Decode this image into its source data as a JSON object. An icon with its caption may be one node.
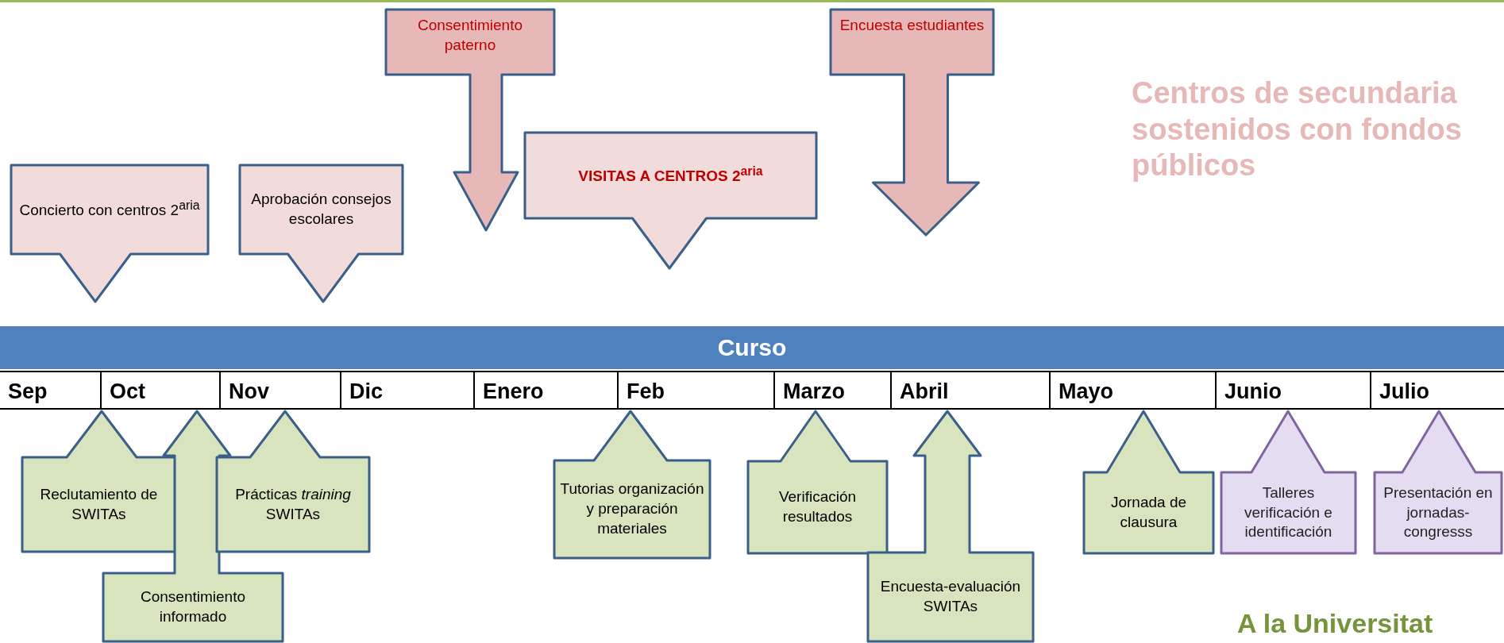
{
  "diagram": {
    "nodes": [
      {
        "text": [
          "Concierto con centros 2$^{aria}$"
        ]
      },
      {
        "text": [
          "Aprobación consejos escolares"
        ]
      },
      {
        "text": [
          "Consentimiento paterno"
        ]
      },
      {
        "text": [
          "VISITAS A CENTROS 2$^{aria}$"
        ]
      },
      {
        "text": [
          "Encuesta estudiantes"
        ]
      },
      {
        "text": [
          "Reclutamiento de SWITAs"
        ]
      },
      {
        "text": [
          "Consentimiento informado"
        ]
      },
      {
        "text": [
          "Prácticas *training* SWITAs"
        ]
      },
      {
        "text": [
          "Tutorias organización y preparación materiales"
        ]
      },
      {
        "text": [
          "Verificación resultados"
        ]
      },
      {
        "text": [
          "Encuesta-evaluación SWITAs"
        ]
      },
      {
        "text": [
          "Jornada de clausura"
        ]
      },
      {
        "text": [
          "Talleres verificación e identificación"
        ]
      },
      {
        "text": [
          "Presentación en jornadas-congresss"
        ]
      }
    ],
    "labels": [
      "Centros de secundaria sostenidos con fondos públicos",
      "Curso",
      "Sep",
      "Oct",
      "Nov",
      "Dic",
      "Enero",
      "Feb",
      "Marzo",
      "Abril",
      "Mayo",
      "Junio",
      "Julio",
      "A la Universitat"
    ]
  }
}
